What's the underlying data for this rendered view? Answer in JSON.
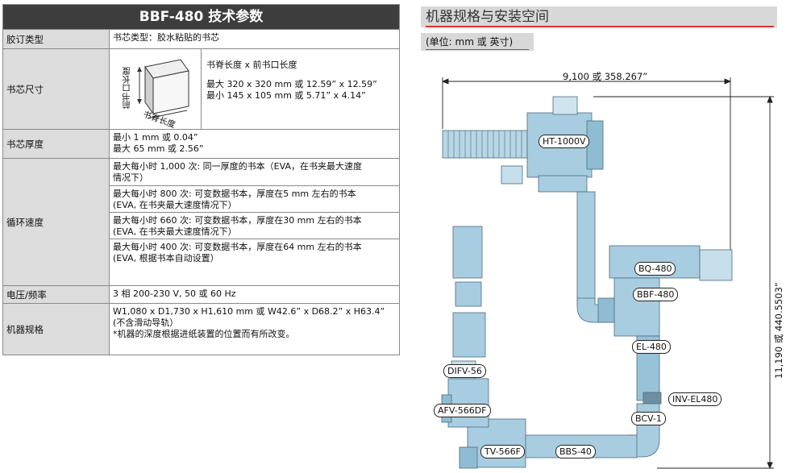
{
  "spec": {
    "title": "BBF-480 技术参数",
    "rows": {
      "binding_type": {
        "label": "胶订类型",
        "value": "书芯类型：胶水粘贴的书芯"
      },
      "book_size": {
        "label": "书芯尺寸",
        "diagram_labels": {
          "spine": "书脊长度",
          "fore_edge": "前书口长度"
        },
        "lines": [
          "书脊长度 x 前书口长度",
          "最大 320 x 320 mm 或 12.59”  x 12.59”",
          "最小 145 x 105 mm 或 5.71”  x  4.14”"
        ]
      },
      "thickness": {
        "label": "书芯厚度",
        "lines": [
          "最小 1 mm 或 0.04”",
          "最大 65 mm 或 2.56”"
        ]
      },
      "cycle_speed": {
        "label": "循环速度",
        "items": [
          [
            "最大每小时 1,000 次:  同一厚度的书本（EVA，在书夹最大速度",
            "情况下）"
          ],
          [
            "最大每小时 800 次:   可变数据书本，厚度在5 mm 左右的书本",
            "(EVA, 在书夹最大速度情况下）"
          ],
          [
            "最大每小时 660 次:  可变数据书本，厚度在30 mm 左右的书本",
            "(EVA, 在书夹最大速度情况下）"
          ],
          [
            "最大每小时 400 次:  可变数据书本，厚度在64 mm 左右的书本",
            "(EVA, 根据书本自动设置）"
          ]
        ]
      },
      "power": {
        "label": "电压/频率",
        "value": "3 相 200-230 V, 50 或 60 Hz"
      },
      "machine": {
        "label": "机器规格",
        "lines": [
          "W1,080 x D1,730 x H1,610 mm 或 W42.6”  x D68.2”  x H63.4”",
          "(不含滑动导轨）",
          "*机器的深度根据进纸装置的位置而有所改变。"
        ]
      }
    }
  },
  "layout_section": {
    "title": "机器规格与安装空间",
    "unit": "(单位: mm 或 英寸)",
    "width_dim": "9,100 或 358.267”",
    "height_dim": "11,190 或  440.5503”",
    "modules": {
      "ht": "HT-1000V",
      "bq": "BQ-480",
      "bbf": "BBF-480",
      "el": "EL-480",
      "inv": "INV-EL480",
      "bcv": "BCV-1",
      "bbs": "BBS-40",
      "tv": "TV-566F",
      "afv": "AFV-566DF",
      "difv": "DIFV-56"
    },
    "colors": {
      "machine": "#a9cde0",
      "machine_dark": "#7fa9c0",
      "outline": "#4a6b80",
      "accent_red": "#d93333"
    }
  }
}
